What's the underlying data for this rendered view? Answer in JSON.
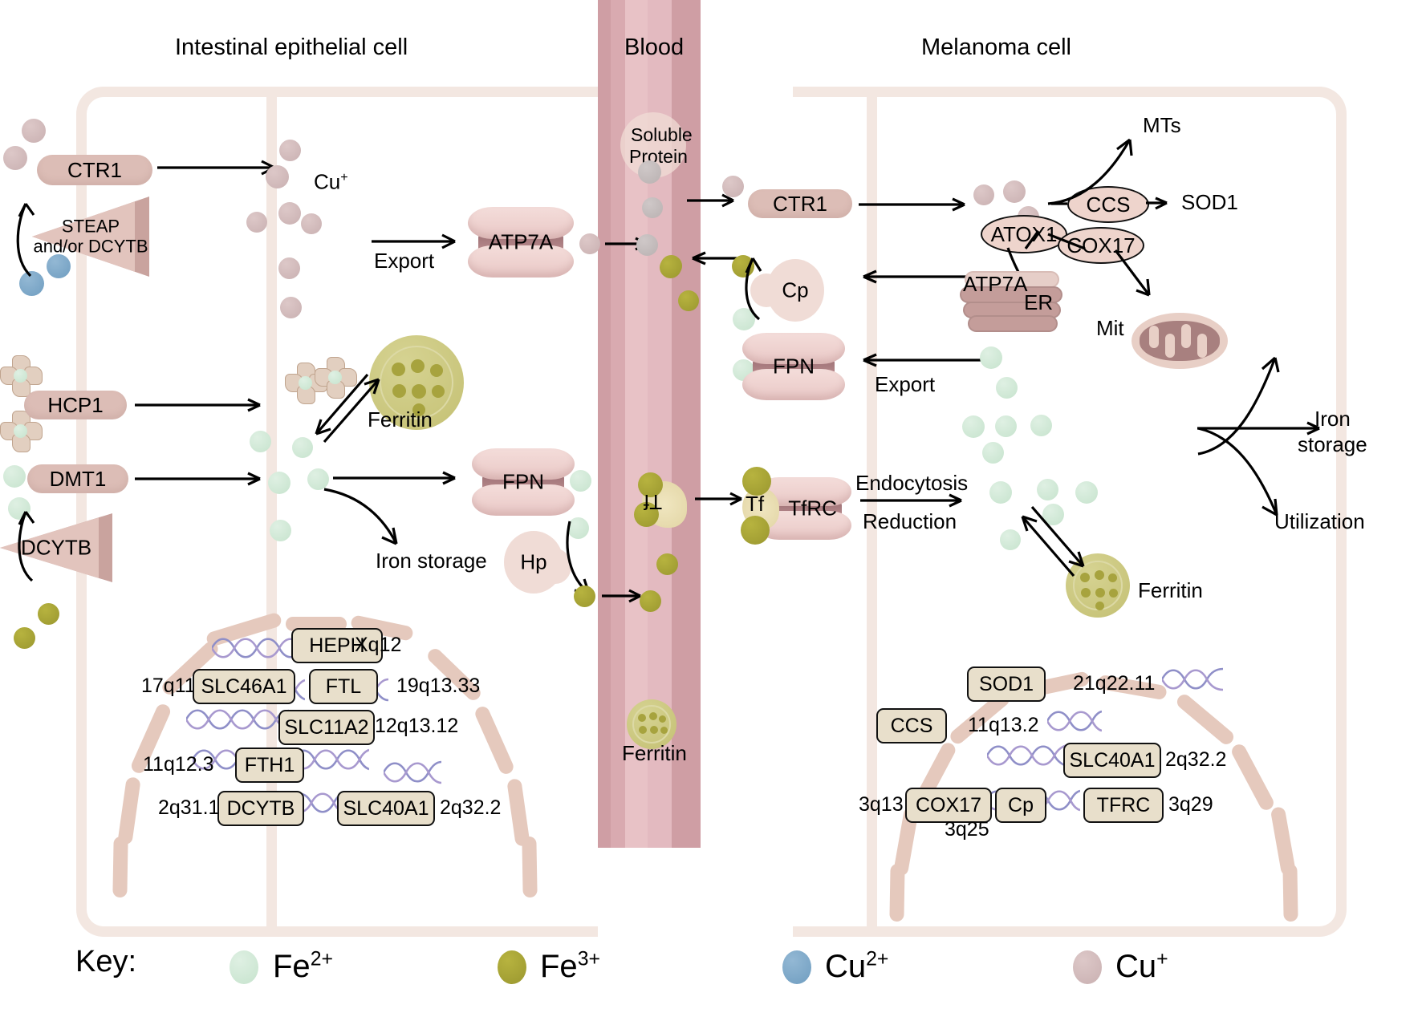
{
  "titles": {
    "left_cell": "Intestinal epithelial cell",
    "blood": "Blood",
    "right_cell": "Melanoma cell"
  },
  "left_cell": {
    "receptors": [
      {
        "name": "CTR1",
        "label": "CTR1"
      },
      {
        "name": "HCP1",
        "label": "HCP1"
      },
      {
        "name": "DMT1",
        "label": "DMT1"
      }
    ],
    "reductases": [
      {
        "name": "steap",
        "label": "STEAP\nand/or DCYTB"
      },
      {
        "name": "dcytb",
        "label": "DCYTB"
      }
    ],
    "channels": [
      {
        "name": "ATP7A",
        "label": "ATP7A"
      },
      {
        "name": "FPN",
        "label": "FPN"
      }
    ],
    "labels": {
      "cu_ion": "Cu",
      "cu_charge": "+",
      "export": "Export",
      "ferritin": "Ferritin",
      "iron_storage": "Iron storage"
    },
    "blobs": [
      {
        "name": "Hp",
        "label": "Hp"
      }
    ],
    "nucleus_genes": [
      {
        "gene": "HEPH",
        "locus": "Xq12",
        "locus_side": "right"
      },
      {
        "gene": "SLC46A1",
        "locus": "17q11",
        "locus_side": "left"
      },
      {
        "gene": "FTL",
        "locus": "19q13.33",
        "locus_side": "right"
      },
      {
        "gene": "SLC11A2",
        "locus": "12q13.12",
        "locus_side": "right"
      },
      {
        "gene": "FTH1",
        "locus": "11q12.3",
        "locus_side": "left"
      },
      {
        "gene": "DCYTB",
        "locus": "2q31.1",
        "locus_side": "left"
      },
      {
        "gene": "SLC40A1",
        "locus": "2q32.2",
        "locus_side": "right"
      }
    ]
  },
  "blood": {
    "soluble_protein": "Soluble\nProtein",
    "soluble_protein_l1": "Soluble",
    "soluble_protein_l2": "Protein",
    "transferrin": "Tf",
    "ferritin": "Ferritin"
  },
  "right_cell": {
    "receptors": [
      {
        "name": "CTR1",
        "label": "CTR1"
      }
    ],
    "channels": [
      {
        "name": "FPN",
        "label": "FPN"
      },
      {
        "name": "TfRC",
        "label": "TfRC"
      }
    ],
    "blobs": [
      {
        "name": "Cp",
        "label": "Cp"
      }
    ],
    "chaperones": [
      {
        "name": "ATOX1",
        "label": "ATOX1"
      },
      {
        "name": "CCS",
        "label": "CCS"
      },
      {
        "name": "COX17",
        "label": "COX17"
      }
    ],
    "organelles": [
      {
        "name": "ATP7A",
        "label": "ATP7A"
      },
      {
        "name": "ER",
        "label": "ER"
      },
      {
        "name": "Mit",
        "label": "Mit"
      }
    ],
    "labels": {
      "MTs": "MTs",
      "SOD1": "SOD1",
      "export": "Export",
      "endocytosis": "Endocytosis",
      "reduction": "Reduction",
      "iron_storage_l1": "Iron",
      "iron_storage_l2": "storage",
      "utilization": "Utilization",
      "ferritin": "Ferritin",
      "tf": "Tf"
    },
    "nucleus_genes": [
      {
        "gene": "SOD1",
        "locus": "21q22.11",
        "locus_side": "right"
      },
      {
        "gene": "CCS",
        "locus": "11q13.2",
        "locus_side": "right"
      },
      {
        "gene": "SLC40A1",
        "locus": "2q32.2",
        "locus_side": "right"
      },
      {
        "gene": "COX17",
        "locus": "3q13",
        "locus_side": "left"
      },
      {
        "gene": "Cp",
        "locus": "3q25",
        "locus_side": "below"
      },
      {
        "gene": "TFRC",
        "locus": "3q29",
        "locus_side": "right"
      }
    ]
  },
  "key": {
    "title": "Key:",
    "items": [
      {
        "name": "fe2",
        "label": "Fe",
        "charge": "2+",
        "color": "#cfe7d6"
      },
      {
        "name": "fe3",
        "label": "Fe",
        "charge": "3+",
        "color": "#a7a33e"
      },
      {
        "name": "cu2",
        "label": "Cu",
        "charge": "2+",
        "color": "#7ba7ca"
      },
      {
        "name": "cu1",
        "label": "Cu",
        "charge": "+",
        "color": "#cdb6b7"
      }
    ]
  },
  "colors": {
    "membrane": "#f3e7e1",
    "blood_vessel": "#d9aab0",
    "receptor": "#dcbdb6",
    "gene_box": "#e8dfcb",
    "ferritin": "#c4c073"
  }
}
